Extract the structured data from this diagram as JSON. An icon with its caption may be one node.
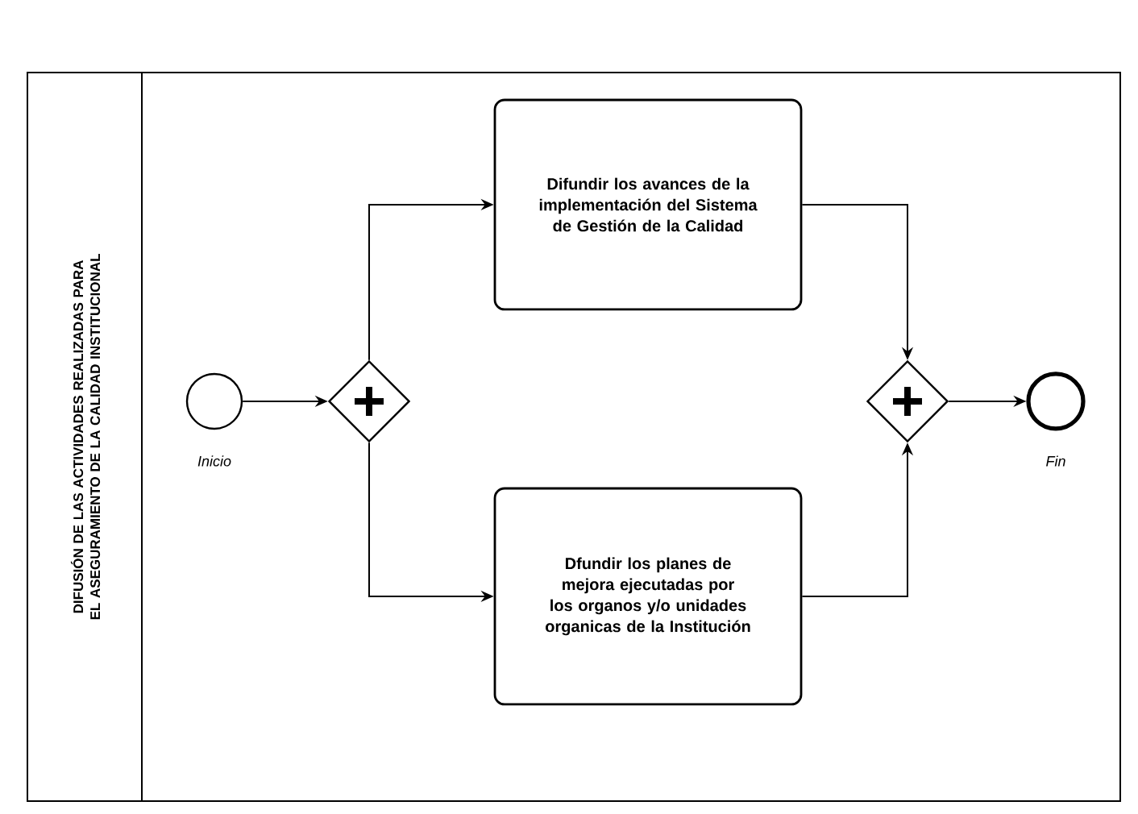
{
  "diagram": {
    "nodes": [
      {
        "text": [
          "DIFUSIÓN DE LAS ACTIVIDADES REALIZADAS PARA EL ASEGURAMIENTO DE LA CALIDAD INSTITUCIONAL"
        ]
      },
      {
        "text": [],
        "shape": "circle",
        "beside": [
          "Inicio"
        ],
        "in": 0
      },
      {
        "text": [],
        "shape": "diamond",
        "in": 0
      },
      {
        "text": [
          "Difundir los avances de la implementación del Sistema de Gestión de la Calidad"
        ],
        "in": 0
      },
      {
        "text": [
          "Dfundir los planes de mejora ejecutadas por los organos y/o unidades organicas de la Institución"
        ],
        "in": 0
      },
      {
        "text": [],
        "shape": "diamond",
        "in": 0
      },
      {
        "text": [],
        "shape": "circle",
        "beside": [
          "Fin"
        ],
        "in": 0
      }
    ],
    "edges": [
      {
        "from": 1,
        "to": 2,
        "arrow": "to"
      },
      {
        "from": 2,
        "to": 3,
        "arrow": "to"
      },
      {
        "from": 2,
        "to": 4,
        "arrow": "to"
      },
      {
        "from": 3,
        "to": 5,
        "arrow": "to"
      },
      {
        "from": 4,
        "to": 5,
        "arrow": "to"
      },
      {
        "from": 5,
        "to": 6,
        "arrow": "to"
      }
    ]
  }
}
